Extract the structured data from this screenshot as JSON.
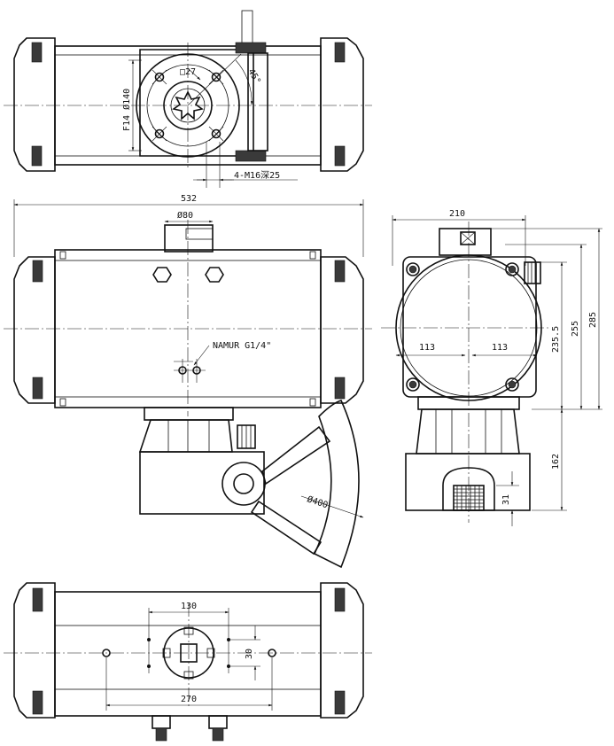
{
  "top_view": {
    "square_label": "□27",
    "flange_label": "F14 Ø140",
    "angle_label": "45°",
    "bolt_label": "4-M16深25"
  },
  "front_view": {
    "width_label": "532",
    "top_flange_label": "Ø80",
    "port_label": "NAMUR G1/4\"",
    "handwheel_label": "Ø400"
  },
  "side_view": {
    "width_label": "210",
    "left_half_label": "113",
    "right_half_label": "113",
    "h1_label": "235.5",
    "h2_label": "255",
    "h3_label": "285",
    "gear_height_label": "162",
    "base_label": "31"
  },
  "bottom_view": {
    "inner_spacing_label": "130",
    "square_label": "30",
    "outer_spacing_label": "270"
  }
}
